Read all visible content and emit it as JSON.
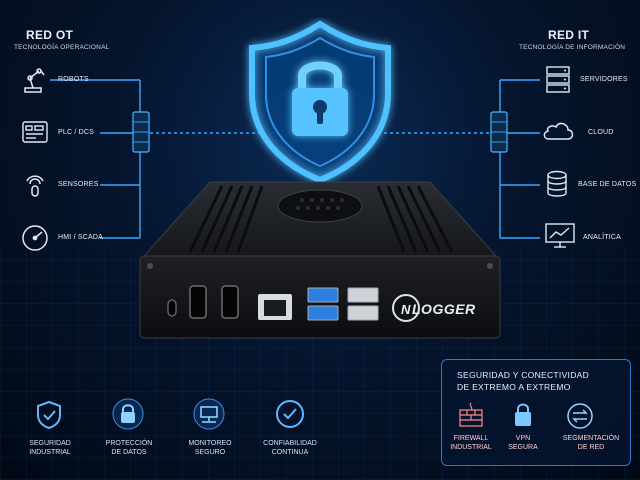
{
  "left_network": {
    "title": "RED OT",
    "subtitle": "TECNOLOGÍA OPERACIONAL",
    "items": [
      {
        "label": "ROBOTS",
        "icon": "robot-arm-icon"
      },
      {
        "label": "PLC / DCS",
        "icon": "plc-icon"
      },
      {
        "label": "SENSORES",
        "icon": "sensor-icon"
      },
      {
        "label": "HMI / SCADA",
        "icon": "gauge-icon"
      }
    ]
  },
  "right_network": {
    "title": "RED IT",
    "subtitle": "TECNOLOGÍA DE INFORMACIÓN",
    "items": [
      {
        "label": "SERVIDORES",
        "icon": "server-icon"
      },
      {
        "label": "CLOUD",
        "icon": "cloud-icon"
      },
      {
        "label": "BASE DE DATOS",
        "icon": "database-icon"
      },
      {
        "label": "ANALÍTICA",
        "icon": "analytics-icon"
      }
    ]
  },
  "device": {
    "brand_logo": "LOGGER"
  },
  "bottom_features": [
    {
      "line1": "SEGURIDAD",
      "line2": "INDUSTRIAL",
      "icon": "shield-check-icon"
    },
    {
      "line1": "PROTECCIÓN",
      "line2": "DE DATOS",
      "icon": "lock-icon"
    },
    {
      "line1": "MONITOREO",
      "line2": "SEGURO",
      "icon": "monitor-network-icon"
    },
    {
      "line1": "CONFIABILIDAD",
      "line2": "CONTINUA",
      "icon": "check-circle-icon"
    }
  ],
  "feature_box": {
    "heading_line1": "SEGURIDAD Y CONECTIVIDAD",
    "heading_line2": "DE EXTREMO A EXTREMO",
    "items": [
      {
        "line1": "FIREWALL",
        "line2": "INDUSTRIAL",
        "icon": "firewall-icon"
      },
      {
        "line1": "VPN",
        "line2": "SEGURA",
        "icon": "vpn-lock-icon"
      },
      {
        "line1": "SEGMENTACIÓN",
        "line2": "DE RED",
        "icon": "network-segmentation-icon"
      }
    ]
  },
  "colors": {
    "accent": "#2f9bff",
    "background": "#020915",
    "glow": "#3fb0ff",
    "usb_blue": "#2d7fe0",
    "red_label": "#ffcdcd"
  }
}
